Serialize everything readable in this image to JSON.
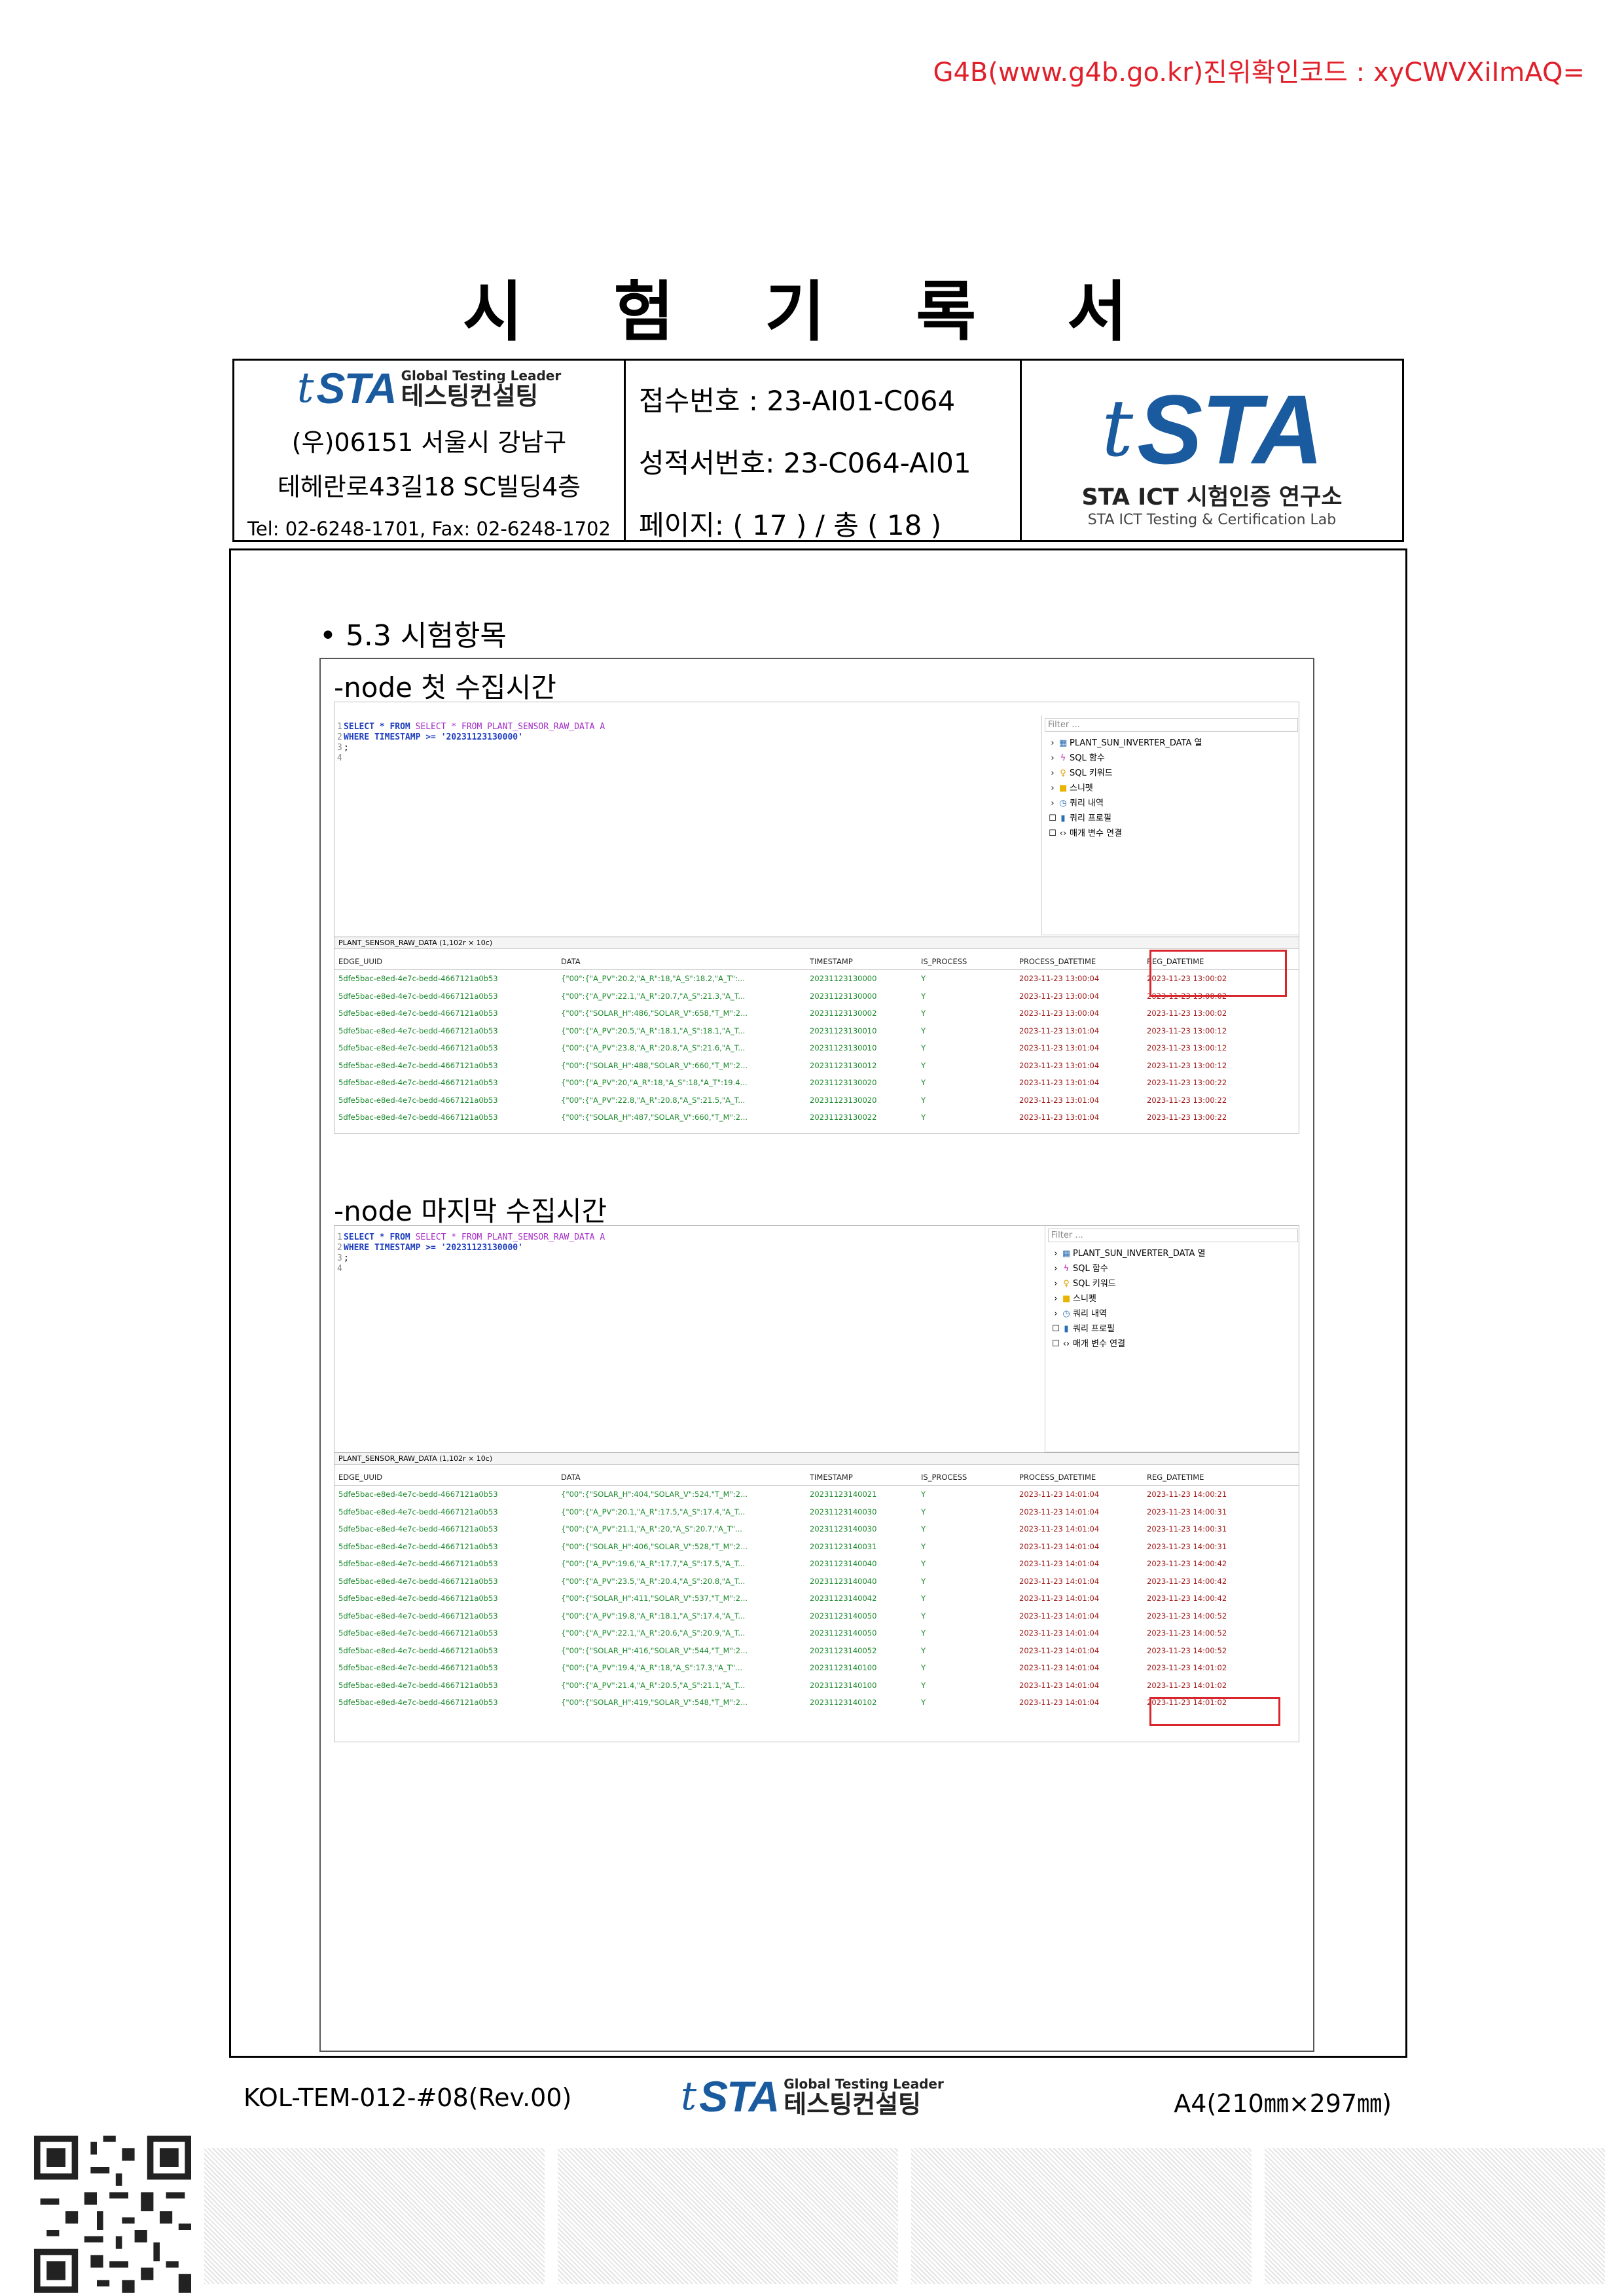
{
  "verify_code": "G4B(www.g4b.go.kr)진위확인코드 : xyCWVXiImAQ=",
  "doc_title": "시 험 기 록 서",
  "header": {
    "company_tag": "Global Testing Leader",
    "company_logo": "STA",
    "company_name": "테스팅컨설팅",
    "address_1": "(우)06151  서울시  강남구",
    "address_2": "테헤란로43길18 SC빌딩4층",
    "contact": "Tel: 02-6248-1701, Fax: 02-6248-1702",
    "receipt_no": "접수번호 : 23-AI01-C064",
    "report_no": "성적서번호: 23-C064-AI01",
    "page": "페이지: ( 17 ) /  총  ( 18 )",
    "lab_logo": "STA",
    "lab_name_kr": "STA ICT 시험인증 연구소",
    "lab_name_en": "STA ICT Testing & Certification Lab"
  },
  "section": "• 5.3  시험항목",
  "captions": {
    "first": "-node  첫  수집시간",
    "last": "-node  마지막  수집시간"
  },
  "sql": {
    "line1": "SELECT * FROM PLANT_SENSOR_RAW_DATA A",
    "line2": "WHERE TIMESTAMP >= '20231123130000'",
    "line3": ";"
  },
  "navigator": {
    "filter": "Filter ...",
    "items": [
      "PLANT_SUN_INVERTER_DATA 열",
      "SQL 함수",
      "SQL 키워드",
      "스니펫",
      "쿼리 내역",
      "쿼리 프로필",
      "매개 변수 연결"
    ]
  },
  "result_tab": "PLANT_SENSOR_RAW_DATA (1,102r × 10c)",
  "columns": [
    "EDGE_UUID",
    "DATA",
    "TIMESTAMP",
    "IS_PROCESS",
    "PROCESS_DATETIME",
    "REG_DATETIME"
  ],
  "table1": [
    [
      "5dfe5bac-e8ed-4e7c-bedd-4667121a0b53",
      "{\"00\":{\"A_PV\":20.2,\"A_R\":18,\"A_S\":18.2,\"A_T\":...",
      "20231123130000",
      "Y",
      "2023-11-23 13:00:04",
      "2023-11-23 13:00:02"
    ],
    [
      "5dfe5bac-e8ed-4e7c-bedd-4667121a0b53",
      "{\"00\":{\"A_PV\":22.1,\"A_R\":20.7,\"A_S\":21.3,\"A_T...",
      "20231123130000",
      "Y",
      "2023-11-23 13:00:04",
      "2023-11-23 13:00:02"
    ],
    [
      "5dfe5bac-e8ed-4e7c-bedd-4667121a0b53",
      "{\"00\":{\"SOLAR_H\":486,\"SOLAR_V\":658,\"T_M\":2...",
      "20231123130002",
      "Y",
      "2023-11-23 13:00:04",
      "2023-11-23 13:00:02"
    ],
    [
      "5dfe5bac-e8ed-4e7c-bedd-4667121a0b53",
      "{\"00\":{\"A_PV\":20.5,\"A_R\":18.1,\"A_S\":18.1,\"A_T...",
      "20231123130010",
      "Y",
      "2023-11-23 13:01:04",
      "2023-11-23 13:00:12"
    ],
    [
      "5dfe5bac-e8ed-4e7c-bedd-4667121a0b53",
      "{\"00\":{\"A_PV\":23.8,\"A_R\":20.8,\"A_S\":21.6,\"A_T...",
      "20231123130010",
      "Y",
      "2023-11-23 13:01:04",
      "2023-11-23 13:00:12"
    ],
    [
      "5dfe5bac-e8ed-4e7c-bedd-4667121a0b53",
      "{\"00\":{\"SOLAR_H\":488,\"SOLAR_V\":660,\"T_M\":2...",
      "20231123130012",
      "Y",
      "2023-11-23 13:01:04",
      "2023-11-23 13:00:12"
    ],
    [
      "5dfe5bac-e8ed-4e7c-bedd-4667121a0b53",
      "{\"00\":{\"A_PV\":20,\"A_R\":18,\"A_S\":18,\"A_T\":19.4...",
      "20231123130020",
      "Y",
      "2023-11-23 13:01:04",
      "2023-11-23 13:00:22"
    ],
    [
      "5dfe5bac-e8ed-4e7c-bedd-4667121a0b53",
      "{\"00\":{\"A_PV\":22.8,\"A_R\":20.8,\"A_S\":21.5,\"A_T...",
      "20231123130020",
      "Y",
      "2023-11-23 13:01:04",
      "2023-11-23 13:00:22"
    ],
    [
      "5dfe5bac-e8ed-4e7c-bedd-4667121a0b53",
      "{\"00\":{\"SOLAR_H\":487,\"SOLAR_V\":660,\"T_M\":2...",
      "20231123130022",
      "Y",
      "2023-11-23 13:01:04",
      "2023-11-23 13:00:22"
    ]
  ],
  "table2": [
    [
      "5dfe5bac-e8ed-4e7c-bedd-4667121a0b53",
      "{\"00\":{\"SOLAR_H\":404,\"SOLAR_V\":524,\"T_M\":2...",
      "20231123140021",
      "Y",
      "2023-11-23 14:01:04",
      "2023-11-23 14:00:21"
    ],
    [
      "5dfe5bac-e8ed-4e7c-bedd-4667121a0b53",
      "{\"00\":{\"A_PV\":20.1,\"A_R\":17.5,\"A_S\":17.4,\"A_T...",
      "20231123140030",
      "Y",
      "2023-11-23 14:01:04",
      "2023-11-23 14:00:31"
    ],
    [
      "5dfe5bac-e8ed-4e7c-bedd-4667121a0b53",
      "{\"00\":{\"A_PV\":21.1,\"A_R\":20,\"A_S\":20.7,\"A_T\"...",
      "20231123140030",
      "Y",
      "2023-11-23 14:01:04",
      "2023-11-23 14:00:31"
    ],
    [
      "5dfe5bac-e8ed-4e7c-bedd-4667121a0b53",
      "{\"00\":{\"SOLAR_H\":406,\"SOLAR_V\":528,\"T_M\":2...",
      "20231123140031",
      "Y",
      "2023-11-23 14:01:04",
      "2023-11-23 14:00:31"
    ],
    [
      "5dfe5bac-e8ed-4e7c-bedd-4667121a0b53",
      "{\"00\":{\"A_PV\":19.6,\"A_R\":17.7,\"A_S\":17.5,\"A_T...",
      "20231123140040",
      "Y",
      "2023-11-23 14:01:04",
      "2023-11-23 14:00:42"
    ],
    [
      "5dfe5bac-e8ed-4e7c-bedd-4667121a0b53",
      "{\"00\":{\"A_PV\":23.5,\"A_R\":20.4,\"A_S\":20.8,\"A_T...",
      "20231123140040",
      "Y",
      "2023-11-23 14:01:04",
      "2023-11-23 14:00:42"
    ],
    [
      "5dfe5bac-e8ed-4e7c-bedd-4667121a0b53",
      "{\"00\":{\"SOLAR_H\":411,\"SOLAR_V\":537,\"T_M\":2...",
      "20231123140042",
      "Y",
      "2023-11-23 14:01:04",
      "2023-11-23 14:00:42"
    ],
    [
      "5dfe5bac-e8ed-4e7c-bedd-4667121a0b53",
      "{\"00\":{\"A_PV\":19.8,\"A_R\":18.1,\"A_S\":17.4,\"A_T...",
      "20231123140050",
      "Y",
      "2023-11-23 14:01:04",
      "2023-11-23 14:00:52"
    ],
    [
      "5dfe5bac-e8ed-4e7c-bedd-4667121a0b53",
      "{\"00\":{\"A_PV\":22.1,\"A_R\":20.6,\"A_S\":20.9,\"A_T...",
      "20231123140050",
      "Y",
      "2023-11-23 14:01:04",
      "2023-11-23 14:00:52"
    ],
    [
      "5dfe5bac-e8ed-4e7c-bedd-4667121a0b53",
      "{\"00\":{\"SOLAR_H\":416,\"SOLAR_V\":544,\"T_M\":2...",
      "20231123140052",
      "Y",
      "2023-11-23 14:01:04",
      "2023-11-23 14:00:52"
    ],
    [
      "5dfe5bac-e8ed-4e7c-bedd-4667121a0b53",
      "{\"00\":{\"A_PV\":19.4,\"A_R\":18,\"A_S\":17.3,\"A_T\"...",
      "20231123140100",
      "Y",
      "2023-11-23 14:01:04",
      "2023-11-23 14:01:02"
    ],
    [
      "5dfe5bac-e8ed-4e7c-bedd-4667121a0b53",
      "{\"00\":{\"A_PV\":21.4,\"A_R\":20.5,\"A_S\":21.1,\"A_T...",
      "20231123140100",
      "Y",
      "2023-11-23 14:01:04",
      "2023-11-23 14:01:02"
    ],
    [
      "5dfe5bac-e8ed-4e7c-bedd-4667121a0b53",
      "{\"00\":{\"SOLAR_H\":419,\"SOLAR_V\":548,\"T_M\":2...",
      "20231123140102",
      "Y",
      "2023-11-23 14:01:04",
      "2023-11-23 14:01:02"
    ]
  ],
  "footer": {
    "form_no": "KOL-TEM-012-#08(Rev.00)",
    "company_tag": "Global Testing Leader",
    "company_logo": "STA",
    "company_name": "테스팅컨설팅",
    "paper_size": "A4(210㎜×297㎜)"
  },
  "colors": {
    "verify": "#e0202a",
    "brand_blue": "#1a5a9e",
    "highlight_box": "#d8262c",
    "data_green": "#1d8a2e",
    "date_red": "#a01818"
  }
}
